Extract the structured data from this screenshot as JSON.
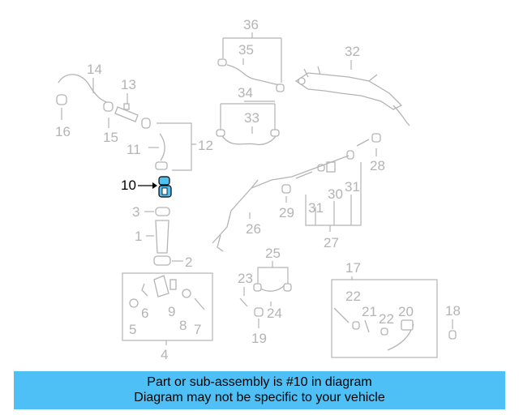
{
  "callouts": {
    "c1": "1",
    "c2": "2",
    "c3": "3",
    "c4": "4",
    "c5": "5",
    "c6": "6",
    "c7": "7",
    "c8": "8",
    "c9": "9",
    "c10": "10",
    "c11": "11",
    "c12": "12",
    "c13": "13",
    "c14": "14",
    "c15": "15",
    "c16": "16",
    "c17": "17",
    "c18": "18",
    "c19": "19",
    "c20": "20",
    "c21": "21",
    "c22a": "22",
    "c22b": "22",
    "c23": "23",
    "c24": "24",
    "c25": "25",
    "c26": "26",
    "c27": "27",
    "c28": "28",
    "c29": "29",
    "c30": "30",
    "c31a": "31",
    "c31b": "31",
    "c32": "32",
    "c33": "33",
    "c34": "34",
    "c35": "35",
    "c36": "36"
  },
  "highlight": {
    "part_number": "10",
    "color": "#4fc0f5"
  },
  "banner": {
    "line1": "Part or sub-assembly is #10 in diagram",
    "line2": "Diagram may not be specific to your vehicle",
    "color": "#4fc0f5"
  }
}
